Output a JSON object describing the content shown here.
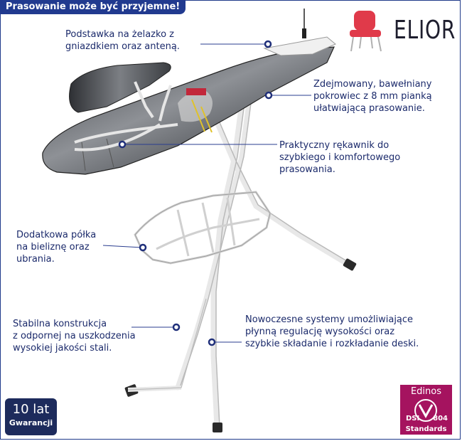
{
  "banner": "Prasowanie może być przyjemne!",
  "brand": "ELIOR",
  "features": {
    "iron_stand": [
      "Podstawka na żelazko z",
      "gniazdkiem oraz anteną."
    ],
    "cover": [
      "Zdejmowany, bawełniany",
      "pokrowiec z 8 mm pianką",
      "ułatwiającą prasowanie."
    ],
    "sleeve": [
      "Praktyczny rękawnik do",
      "szybkiego i komfortowego",
      "prasowania."
    ],
    "shelf": [
      "Dodatkowa półka",
      "na bieliznę oraz",
      "ubrania."
    ],
    "construction": [
      "Stabilna konstrukcja",
      "z odpornej na uszkodzenia",
      "wysokiej jakości stali."
    ],
    "height": [
      "Nowoczesne systemy umożliwiające",
      "płynną regulację wysokości oraz",
      "szybkie składanie i rozkładanie deski."
    ]
  },
  "warranty": {
    "years": "10 lat",
    "label": "Gwarancji"
  },
  "certification": {
    "name": "Edinos",
    "left": "DSI",
    "number": "804",
    "standard": "Standards"
  },
  "colors": {
    "banner": "#213a8f",
    "label_text": "#1b2a6b",
    "chair": "#e03a4a",
    "badge": "#a5135f",
    "warranty": "#1d2b5c"
  },
  "icons": [
    "chair-logo-icon",
    "ironing-board-illustration",
    "callout-dot-icon"
  ]
}
